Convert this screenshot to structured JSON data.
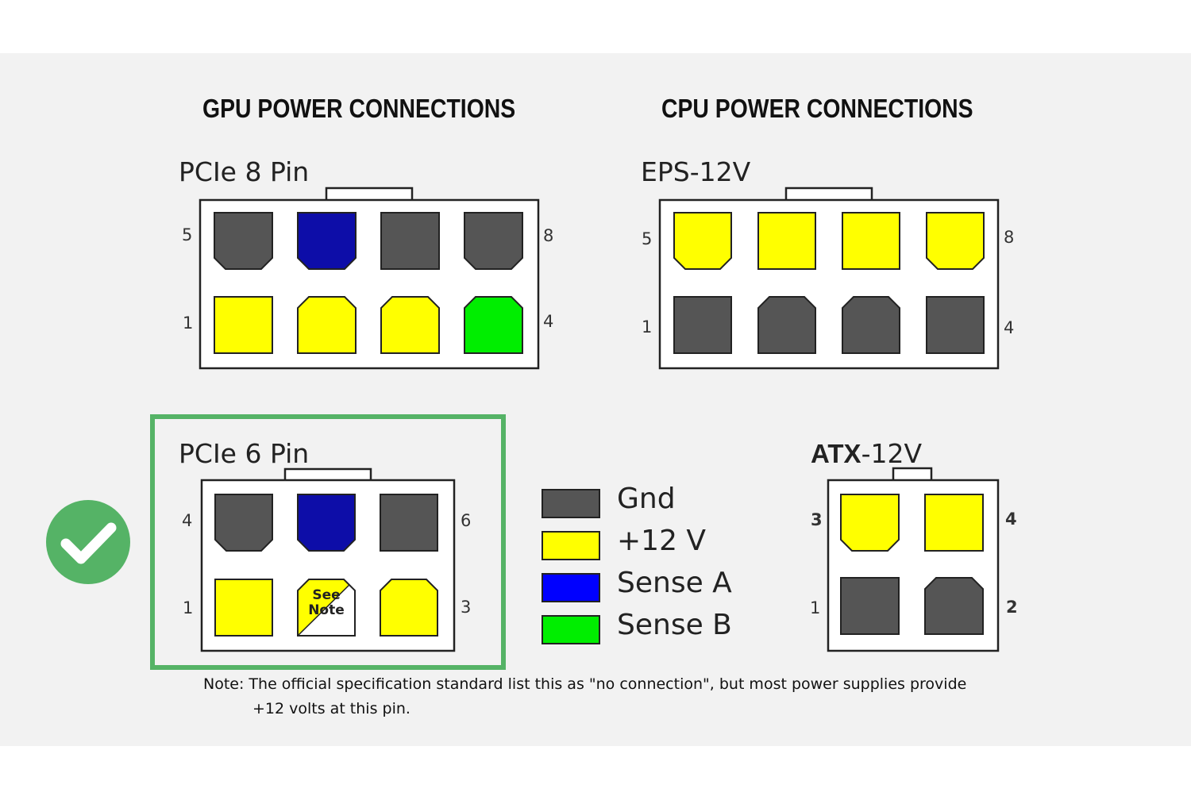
{
  "headings": {
    "gpu": "GPU POWER CONNECTIONS",
    "cpu": "CPU POWER CONNECTIONS"
  },
  "connectors": {
    "pcie8": {
      "title": "PCIe 8 Pin",
      "labels": {
        "top_left": "5",
        "top_right": "8",
        "bottom_left": "1",
        "bottom_right": "4"
      },
      "top_row": [
        "gnd",
        "sense_a",
        "gnd",
        "gnd"
      ],
      "bottom_row": [
        "v12",
        "v12",
        "v12",
        "sense_b"
      ]
    },
    "eps12v": {
      "title": "EPS-12V",
      "labels": {
        "top_left": "5",
        "top_right": "8",
        "bottom_left": "1",
        "bottom_right": "4"
      },
      "top_row": [
        "v12",
        "v12",
        "v12",
        "v12"
      ],
      "bottom_row": [
        "gnd",
        "gnd",
        "gnd",
        "gnd"
      ]
    },
    "pcie6": {
      "title": "PCIe 6 Pin",
      "labels": {
        "top_left": "4",
        "top_right": "6",
        "bottom_left": "1",
        "bottom_right": "3"
      },
      "top_row": [
        "gnd",
        "sense_a",
        "gnd"
      ],
      "bottom_row": [
        "v12",
        "see_note",
        "v12"
      ],
      "see_note_line1": "See",
      "see_note_line2": "Note"
    },
    "atx12v": {
      "title_bold": "ATX",
      "title_rest": "-12V",
      "labels": {
        "top_left": "3",
        "top_right": "4",
        "bottom_left": "1",
        "bottom_right": "2"
      },
      "top_row": [
        "v12",
        "v12"
      ],
      "bottom_row": [
        "gnd",
        "gnd"
      ]
    }
  },
  "legend": [
    {
      "key": "gnd",
      "label": "Gnd",
      "color": "#555555"
    },
    {
      "key": "v12",
      "label": "+12 V",
      "color": "#ffff00"
    },
    {
      "key": "sense_a",
      "label": "Sense A",
      "color": "#0000ff"
    },
    {
      "key": "sense_b",
      "label": "Sense B",
      "color": "#00ee00"
    }
  ],
  "pin_colors": {
    "gnd": "#555555",
    "v12": "#ffff00",
    "sense_a": "#0d0da8",
    "sense_b": "#00ee00"
  },
  "highlight_color": "#55b366",
  "check_icon": "checkmark-circle-icon",
  "note": {
    "line1": "Note: The official specification standard list this as \"no connection\", but most power supplies provide",
    "line2": "+12 volts at this pin."
  }
}
